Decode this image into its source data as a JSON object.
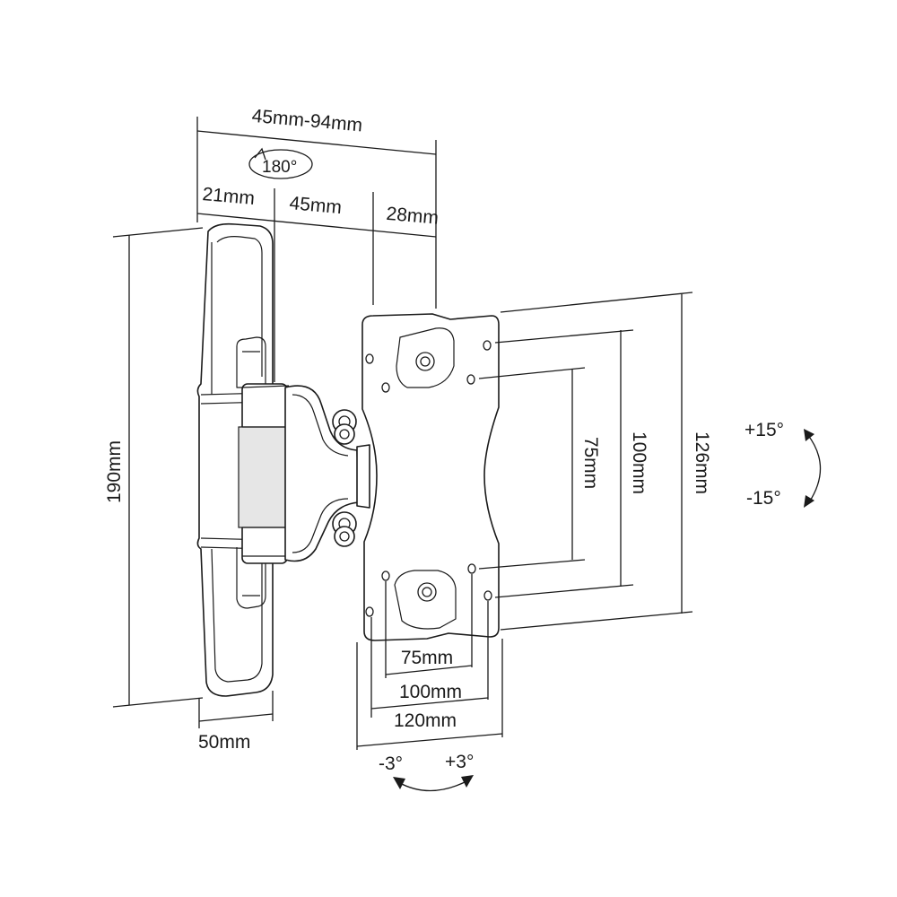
{
  "dimensions": {
    "depth_range": "45mm-94mm",
    "swivel": "180°",
    "depth_part_a": "21mm",
    "depth_part_b": "45mm",
    "depth_part_c": "28mm",
    "wall_plate_height": "190mm",
    "wall_plate_width": "50mm",
    "vesa_h_75": "75mm",
    "vesa_h_100": "100mm",
    "vesa_h_120": "120mm",
    "vesa_v_75": "75mm",
    "vesa_v_100": "100mm",
    "plate_height_126": "126mm",
    "tilt_up": "+15°",
    "tilt_down": "-15°",
    "level_minus": "-3°",
    "level_plus": "+3°"
  },
  "colors": {
    "line": "#1a1a1a",
    "background": "#ffffff",
    "shade": "#e6e6e6"
  }
}
